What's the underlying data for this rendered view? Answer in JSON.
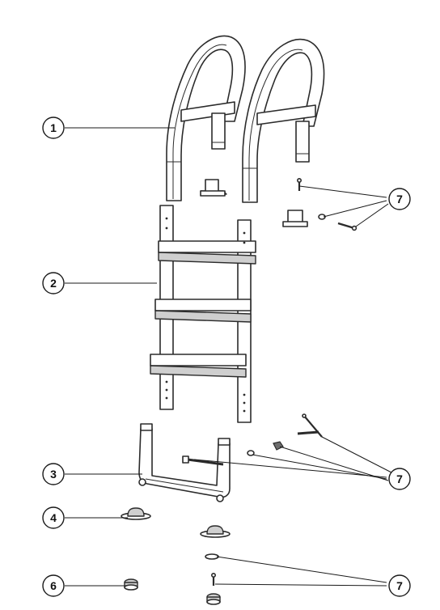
{
  "callouts": [
    {
      "id": "c1",
      "label": "1"
    },
    {
      "id": "c2",
      "label": "2"
    },
    {
      "id": "c3",
      "label": "3"
    },
    {
      "id": "c4",
      "label": "4"
    },
    {
      "id": "c6",
      "label": "6"
    },
    {
      "id": "c7a",
      "label": "7"
    },
    {
      "id": "c7b",
      "label": "7"
    },
    {
      "id": "c7c",
      "label": "7"
    }
  ],
  "colors": {
    "line": "#2b2b2b",
    "background": "#ffffff",
    "shade": "#cfcfcf"
  }
}
